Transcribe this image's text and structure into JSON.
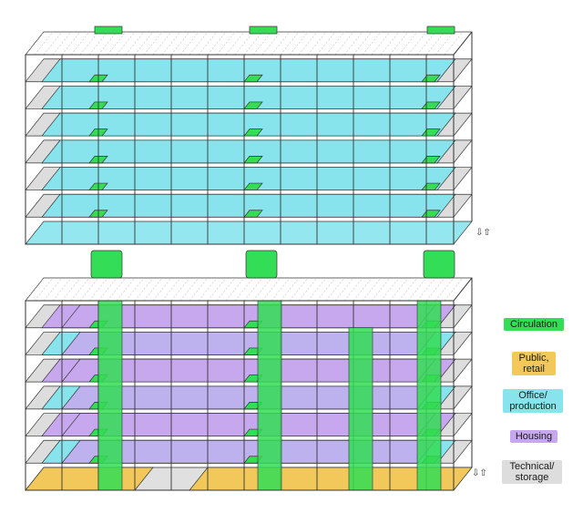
{
  "legend": {
    "circulation": {
      "label": "Circulation",
      "color": "#33dd55"
    },
    "public": {
      "label": "Public,\nretail",
      "color": "#f2c85a"
    },
    "office": {
      "label": "Office/\nproduction",
      "color": "#88e4ec"
    },
    "housing": {
      "label": "Housing",
      "color": "#c7a8ee"
    },
    "technical": {
      "label": "Technical/\nstorage",
      "color": "#dddddd"
    }
  },
  "compass": {
    "icon": "north-arrow-icon",
    "glyph": "⇩⇧"
  },
  "colors": {
    "grid": "#333333",
    "roof": "#ffffff"
  }
}
